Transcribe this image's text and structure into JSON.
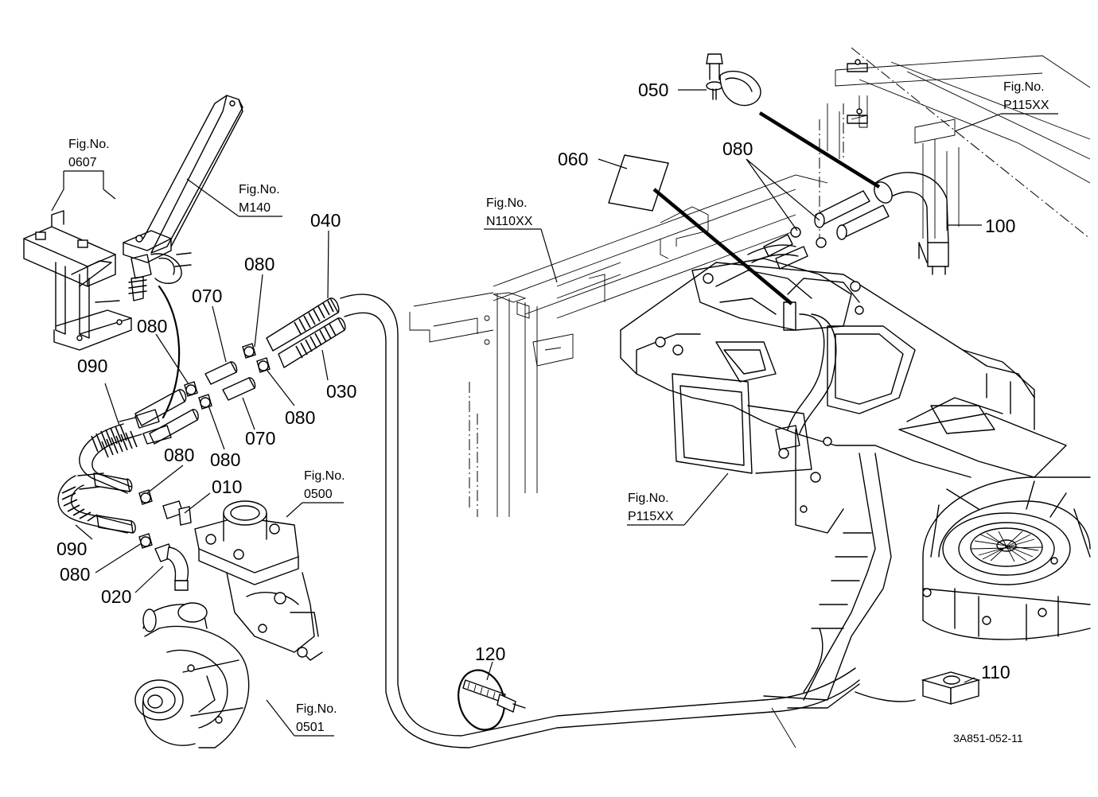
{
  "parts": {
    "p010": "010",
    "p020": "020",
    "p030": "030",
    "p040": "040",
    "p050": "050",
    "p060": "060",
    "p070a": "070",
    "p070b": "070",
    "p080a": "080",
    "p080b": "080",
    "p080c": "080",
    "p080d": "080",
    "p080e": "080",
    "p080f": "080",
    "p080g": "080",
    "p090a": "090",
    "p090b": "090",
    "p100": "100",
    "p110": "110",
    "p120": "120"
  },
  "figs": {
    "f0607": {
      "label": "Fig.No.",
      "num": "0607"
    },
    "fM140": {
      "label": "Fig.No.",
      "num": "M140"
    },
    "fN110": {
      "label": "Fig.No.",
      "num": "N110XX"
    },
    "fP115a": {
      "label": "Fig.No.",
      "num": "P115XX"
    },
    "fP115b": {
      "label": "Fig.No.",
      "num": "P115XX"
    },
    "f0500": {
      "label": "Fig.No.",
      "num": "0500"
    },
    "f0501": {
      "label": "Fig.No.",
      "num": "0501"
    }
  },
  "drawing_code": "3A851-052-11"
}
